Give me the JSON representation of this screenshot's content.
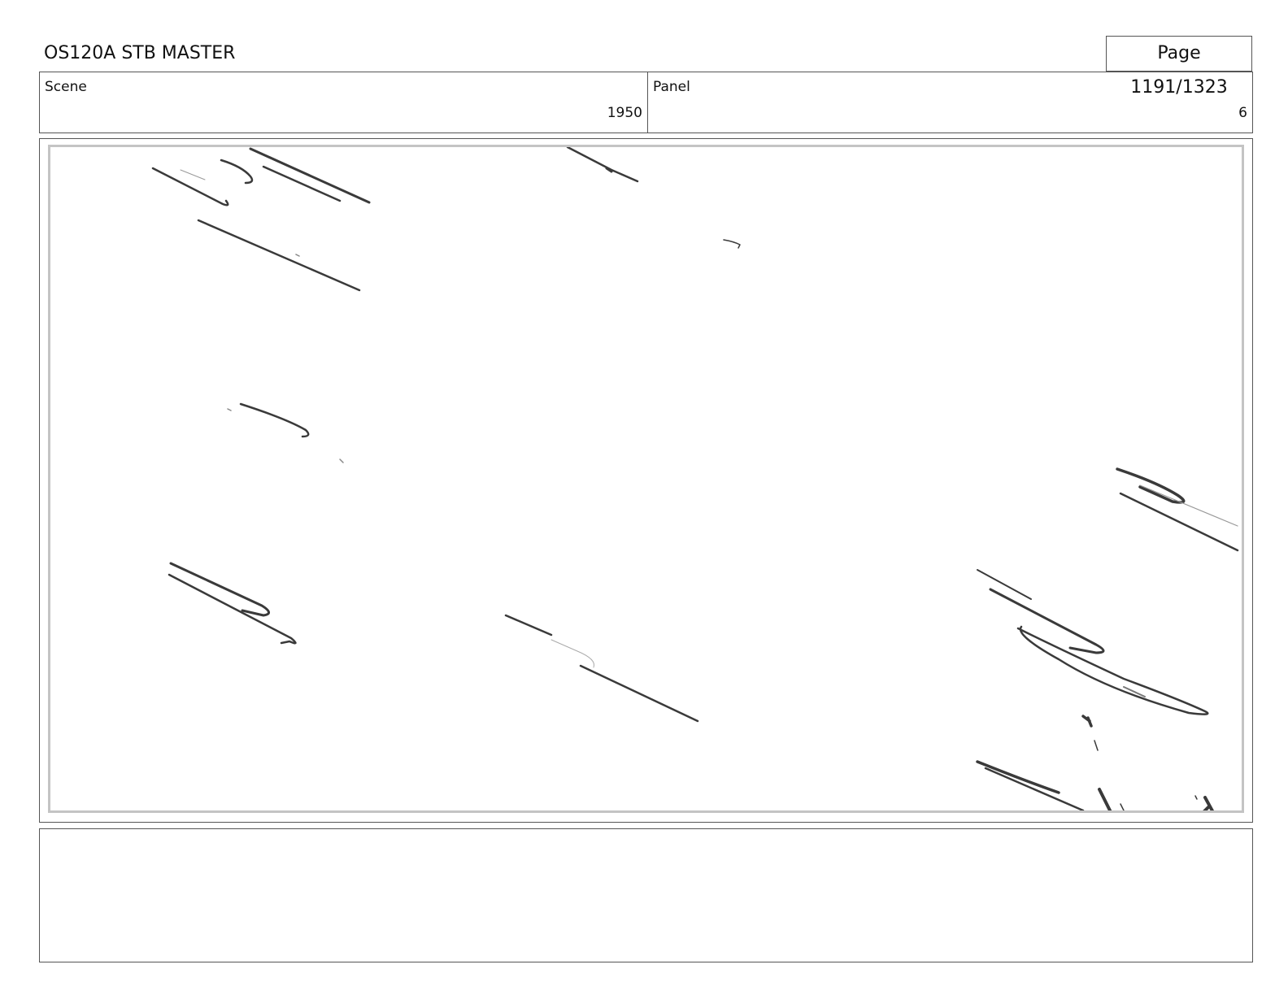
{
  "header": {
    "title": "OS120A STB MASTER",
    "page": "Page 1191/1323"
  },
  "info": {
    "scene_label": "Scene",
    "scene_value": "1950",
    "panel_label": "Panel",
    "panel_value": "6"
  },
  "notes": {
    "text": ""
  }
}
